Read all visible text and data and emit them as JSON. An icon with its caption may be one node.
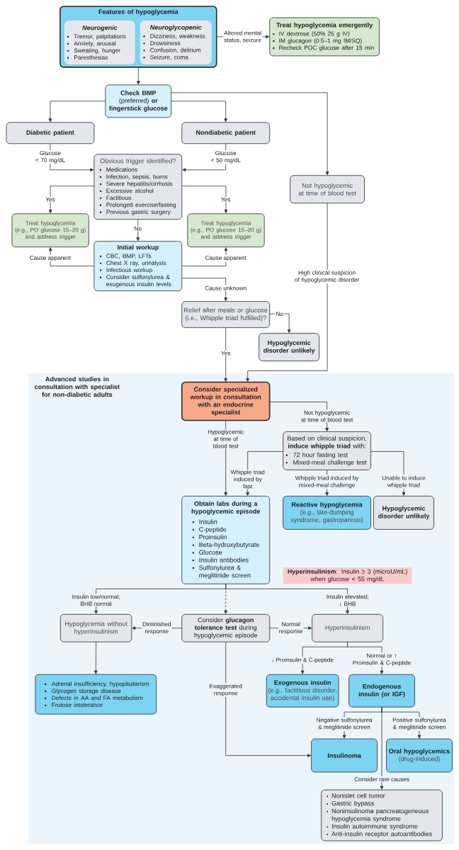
{
  "diagram": {
    "nodes": [
      {
        "text": [
          "Features of hypoglycemia"
        ]
      },
      {
        "text": [
          "Neurogenic",
          "Tremor, palpitations",
          "Anxiety, arousal",
          "Sweating, hunger",
          "Paresthesias"
        ],
        "in": 0
      },
      {
        "text": [
          "Neuroglycopenic",
          "Dizziness, weakness",
          "Drowsiness",
          "Confusion, delirium",
          "Seizure, coma"
        ],
        "in": 0
      },
      {
        "text": [
          "Treat hypoglycemia emergently",
          "IV dextrose (50% 25 g IV)",
          "IM glucagon (0.5–1 mg IM/SQ)",
          "Recheck POC glucose after 15 min"
        ]
      },
      {
        "text": [
          "**Check BMP** (preferred) **or fingerstick glucose**"
        ]
      },
      {
        "text": [
          "Diabetic patient"
        ]
      },
      {
        "text": [
          "Nondiabetic patient"
        ]
      },
      {
        "text": [
          "Obvious trigger identified?",
          "Medications",
          "Infection, sepsis, burns",
          "Severe hepatitis/cirrhosis",
          "Excessive alcohol",
          "Factitious",
          "Prolonged exercise/fasting",
          "Previous gastric surgery"
        ]
      },
      {
        "text": [
          "Not hypoglycemic at time of blood test"
        ]
      },
      {
        "text": [
          "Treat hypoglycemia",
          "(e.g., PO glucose 15–20 g) and address trigger"
        ]
      },
      {
        "text": [
          "Treat hypoglycemia",
          "(e.g., PO glucose 15–20 g) and address trigger"
        ]
      },
      {
        "text": [
          "Initial workup",
          "CBC, BMP, LFTs",
          "Chest X ray, urinalysis",
          "Infectious workup",
          "Consider sulfonylurea & exogenous insulin levels"
        ]
      },
      {
        "text": [
          "Relief after meals or glucose (i.e., Whipple triad fulfilled)?"
        ]
      },
      {
        "text": [
          "Hypoglycemic disorder unlikely"
        ]
      },
      {
        "text": [
          "Advanced studies in consultation with specialist for non-diabetic adults"
        ]
      },
      {
        "text": [
          "Consider specialized workup in consultation with an endocrine specialist"
        ],
        "in": 14
      },
      {
        "text": [
          "Based on clinical suspicion, **induce whipple triad** with:",
          "72 hour fasting test",
          "Mixed-meal challenge test"
        ],
        "in": 14
      },
      {
        "text": [
          "Obtain labs during a hypoglycemic episode",
          "Insulin",
          "C-peptide",
          "Proinsulin",
          "Beta-hydroxybutyrate",
          "Glucose",
          "Insulin antibodies",
          "Sulfonylurea & meglitinide screen"
        ],
        "in": 14
      },
      {
        "text": [
          "Reactive hypoglycemia",
          "(e.g., late-dumping syndrome, gastroparesis)"
        ],
        "in": 14
      },
      {
        "text": [
          "Hypoglycemic disorder unlikely"
        ],
        "in": 14
      },
      {
        "text": [
          "**Hyperinsulinism**: Insulin ≥ 3 (microU/mL) when glucose < 55 mg/dL"
        ],
        "in": 14
      },
      {
        "text": [
          "Hypoglycemia without hyperinsulinism"
        ],
        "in": 14
      },
      {
        "text": [
          "Consider **glucagon tolerance test** during hypoglycemic episode"
        ],
        "in": 14
      },
      {
        "text": [
          "Hyperinsulinism"
        ],
        "in": 14
      },
      {
        "text": [
          "Adrenal insufficiency, hypopituitarism",
          "Glycogen storage disease",
          "Defects in AA and FA metabolism",
          "Frutose intolerance"
        ],
        "in": 14
      },
      {
        "text": [
          "Exogenous insulin",
          "(e.g., factitious disorder, accidental insulin use)"
        ],
        "in": 14
      },
      {
        "text": [
          "Endogenous insulin (or IGF)"
        ],
        "in": 14
      },
      {
        "text": [
          "Insulinoma"
        ],
        "in": 14
      },
      {
        "text": [
          "Oral hypoglycemics",
          "(drug-induced)"
        ],
        "in": 14
      },
      {
        "text": [
          "Nonislet cell tumor",
          "Gastric bypass",
          "Noninsulinoma pancreatogeneous hypoglycemia syndrome",
          "Insulin autoimmune syndrome",
          "Anti-insulin receptor autoantibodies"
        ],
        "in": 14
      }
    ],
    "edges": [
      {
        "from": 0,
        "to": 3,
        "arrow": "to",
        "label": "Altered mental status, seizure"
      },
      {
        "from": 0,
        "to": 4,
        "arrow": "to"
      },
      {
        "from": 4,
        "to": 5,
        "arrow": "to"
      },
      {
        "from": 4,
        "to": 6,
        "arrow": "to"
      },
      {
        "from": 4,
        "to": 8,
        "arrow": "to"
      },
      {
        "from": 5,
        "to": 7,
        "arrow": "to",
        "label": "Glucose < 70 mg/dL"
      },
      {
        "from": 6,
        "to": 7,
        "arrow": "to",
        "label": "Glucose < 50 mg/dL"
      },
      {
        "from": 7,
        "to": 9,
        "arrow": "to",
        "label": "Yes"
      },
      {
        "from": 7,
        "to": 10,
        "arrow": "to",
        "label": "Yes"
      },
      {
        "from": 7,
        "to": 11,
        "arrow": "to",
        "label": "No"
      },
      {
        "from": 11,
        "to": 9,
        "arrow": "to",
        "label": "Cause apparent"
      },
      {
        "from": 11,
        "to": 10,
        "arrow": "to",
        "label": "Cause apparent"
      },
      {
        "from": 11,
        "to": 12,
        "arrow": "to",
        "label": "Cause unknown"
      },
      {
        "from": 12,
        "to": 13,
        "arrow": "to",
        "label": "No"
      },
      {
        "from": 12,
        "to": 15,
        "arrow": "to",
        "label": "Yes"
      },
      {
        "from": 8,
        "to": 15,
        "arrow": "to",
        "label": "High clinical suspicion of hypoglycemic disorder"
      },
      {
        "from": 15,
        "to": 17,
        "arrow": "to",
        "label": "Hypoglycemic at time of blood test"
      },
      {
        "from": 15,
        "to": 16,
        "arrow": "to",
        "label": "Not hypoglycemic at time of blood test"
      },
      {
        "from": 16,
        "to": 17,
        "arrow": "to",
        "label": "Whipple triad induced by fast"
      },
      {
        "from": 16,
        "to": 18,
        "arrow": "to",
        "label": "Whipple triad induced by mixed-meal challenge"
      },
      {
        "from": 16,
        "to": 19,
        "arrow": "to",
        "label": "Unable to induce whipple triad"
      },
      {
        "from": 17,
        "to": 21,
        "arrow": "to",
        "label": "Insulin low/normal; BHB normal"
      },
      {
        "from": 17,
        "to": 22,
        "arrow": "to",
        "style": "dashed"
      },
      {
        "from": 17,
        "to": 23,
        "arrow": "to",
        "label": "Insulin elevated; ↓ BHB"
      },
      {
        "from": 22,
        "to": 21,
        "arrow": "to",
        "label": "Diminished response"
      },
      {
        "from": 22,
        "to": 23,
        "arrow": "to",
        "label": "Normal response"
      },
      {
        "from": 22,
        "to": 27,
        "arrow": "to",
        "label": "Exaggerated response"
      },
      {
        "from": 21,
        "to": 24,
        "arrow": "to"
      },
      {
        "from": 23,
        "to": 25,
        "arrow": "to",
        "label": "↓ Proinsulin & C-peptide"
      },
      {
        "from": 23,
        "to": 26,
        "arrow": "to",
        "label": "Normal or ↑ Proinsulin & C-peptide"
      },
      {
        "from": 26,
        "to": 27,
        "arrow": "to",
        "label": "Negative sulfonylurea & meglitinide screen"
      },
      {
        "from": 26,
        "to": 28,
        "arrow": "to",
        "label": "Positive sulfonylurea & meglitinide screen"
      },
      {
        "from": 26,
        "to": 29,
        "arrow": "to",
        "label": "Consider rare causes"
      }
    ]
  }
}
